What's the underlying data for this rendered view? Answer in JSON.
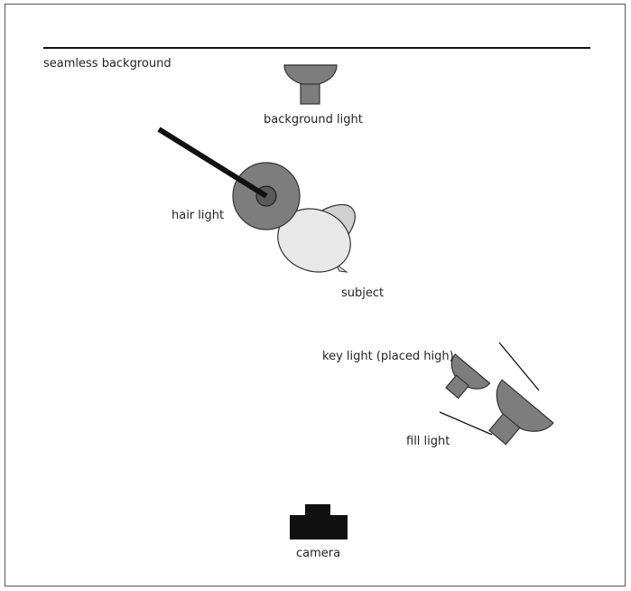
{
  "labels": {
    "seamless_background": "seamless background",
    "background_light": "background light",
    "hair_light": "hair light",
    "subject": "subject",
    "key_light": "key light (placed high)",
    "fill_light": "fill light",
    "camera": "camera"
  },
  "colors": {
    "light_gray": "#7d7d7d",
    "subject_fill": "#d9d9d9",
    "camera_black": "#111111"
  }
}
